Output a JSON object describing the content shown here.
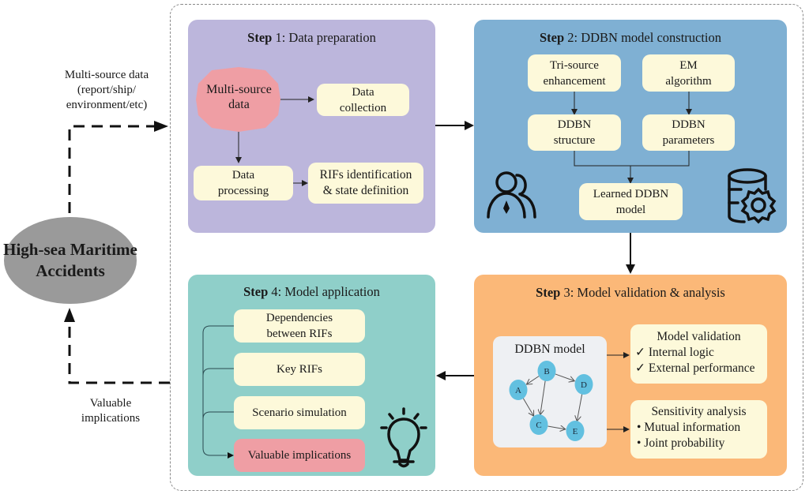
{
  "left": {
    "accident_node": "High-sea Maritime Accidents",
    "input_label_lines": [
      "Multi-source data",
      "(report/ship/",
      "environment/etc)"
    ],
    "output_label_lines": [
      "Valuable",
      "implications"
    ]
  },
  "step1": {
    "title_bold": "Step",
    "title_rest": " 1: Data preparation",
    "source_node": [
      "Multi-source",
      "data"
    ],
    "collection": [
      "Data",
      "collection"
    ],
    "processing": [
      "Data",
      "processing"
    ],
    "rifs": [
      "RIFs identification",
      "& state definition"
    ]
  },
  "step2": {
    "title_bold": "Step",
    "title_rest": " 2: DDBN model construction",
    "tri_source": [
      "Tri-source",
      "enhancement"
    ],
    "em": [
      "EM",
      "algorithm"
    ],
    "structure": [
      "DDBN",
      "structure"
    ],
    "parameters": [
      "DDBN",
      "parameters"
    ],
    "learned": [
      "Learned DDBN",
      "model"
    ],
    "icons": [
      "users-icon",
      "database-gear-icon"
    ]
  },
  "step3": {
    "title_bold": "Step",
    "title_rest": " 3: Model validation & analysis",
    "model_label": "DDBN model",
    "graph_nodes": [
      "A",
      "B",
      "C",
      "D",
      "E"
    ],
    "graph_edges": [
      [
        "B",
        "A"
      ],
      [
        "B",
        "C"
      ],
      [
        "B",
        "D"
      ],
      [
        "A",
        "C"
      ],
      [
        "C",
        "E"
      ],
      [
        "D",
        "E"
      ]
    ],
    "validation": {
      "title": "Model validation",
      "items": [
        "✓ Internal logic",
        "✓ External performance"
      ]
    },
    "sensitivity": {
      "title": "Sensitivity analysis",
      "items": [
        "• Mutual information",
        "• Joint probability"
      ]
    }
  },
  "step4": {
    "title_bold": "Step",
    "title_rest": " 4: Model application",
    "items": [
      [
        "Dependencies",
        "between RIFs"
      ],
      [
        "Key RIFs"
      ],
      [
        "Scenario simulation"
      ],
      [
        "Valuable implications"
      ]
    ],
    "icon": "lightbulb-icon"
  },
  "colors": {
    "step1": "#bcb6dc",
    "step2": "#7fb0d3",
    "step3": "#fbb878",
    "step4": "#8fcfc9",
    "box": "#fdf9da",
    "highlight": "#ef9ea4",
    "node": "#62c0e0",
    "accident": "#9a9a9a"
  }
}
